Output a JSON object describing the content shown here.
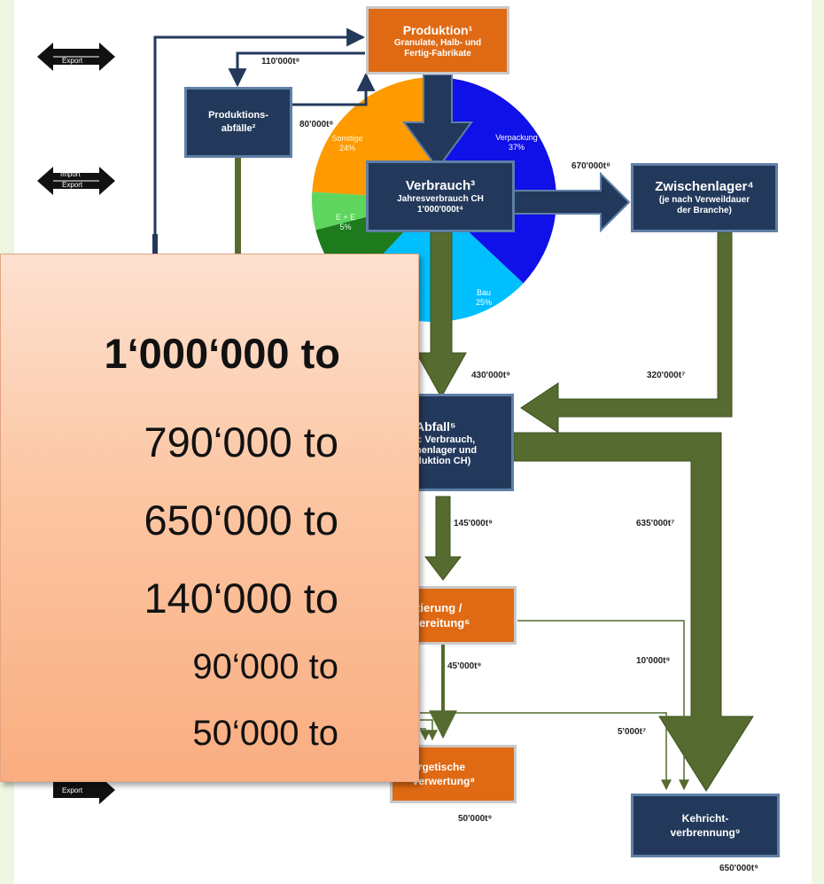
{
  "legend": {
    "import_label": "Import",
    "export_label": "Export"
  },
  "nodes": {
    "produktion": {
      "title": "Produktion¹",
      "sub1": "Granulate, Halb- und",
      "sub2": "Fertig-Fabrikate"
    },
    "produktionsabfaelle": {
      "line1": "Produktions-",
      "line2": "abfälle²"
    },
    "verbrauch": {
      "title": "Verbrauch³",
      "sub1": "Jahresverbrauch CH",
      "sub2": "1'000'000t⁴"
    },
    "zwischenlager": {
      "title": "Zwischenlager⁴",
      "sub1": "(je nach Verweildauer",
      "sub2": "der Branche)"
    },
    "abfall": {
      "title": "Abfall⁵",
      "sub1": "(: Verbrauch,",
      "sub2": "henlager und",
      "sub3": "duktion CH)"
    },
    "sortierung": {
      "line1": "rtierung /",
      "line2": "bereitung⁶"
    },
    "energetische": {
      "line1": "ergetische",
      "line2": "Verwertung⁸"
    },
    "kehricht": {
      "line1": "Kehricht-",
      "line2": "verbrennung⁹"
    }
  },
  "pie": {
    "segments": [
      {
        "name": "Verpackung",
        "pct": "37%",
        "value": 37,
        "color": "#1010e8"
      },
      {
        "name": "Bau",
        "pct": "25%",
        "value": 25,
        "color": "#00bfff"
      },
      {
        "name": "",
        "pct": "",
        "value": 9,
        "color": "#1d7a1d"
      },
      {
        "name": "E + E",
        "pct": "5%",
        "value": 5,
        "color": "#5ed65e"
      },
      {
        "name": "Sonstige",
        "pct": "24%",
        "value": 24,
        "color": "#ff9a00"
      }
    ]
  },
  "flows": {
    "f110": "110'000t⁸",
    "f80": "80'000t⁸",
    "f670": "670'000t⁸",
    "f430": "430'000t⁹",
    "f320": "320'000t⁷",
    "f145": "145'000t⁹",
    "f635": "635'000t⁷",
    "f45": "45'000t⁹",
    "f10": "10'000t⁹",
    "f5": "5'000t⁷",
    "f50": "50'000t⁹",
    "f650": "650'000t⁹"
  },
  "callout": {
    "lines": [
      "1‘000‘000 to",
      "790‘000 to",
      "650‘000 to",
      "140‘000 to",
      "90‘000 to",
      "50‘000 to"
    ]
  },
  "colors": {
    "navy": "#23395b",
    "orange": "#e06a14",
    "olive": "#556b2f",
    "callout": "#fbbf98"
  }
}
